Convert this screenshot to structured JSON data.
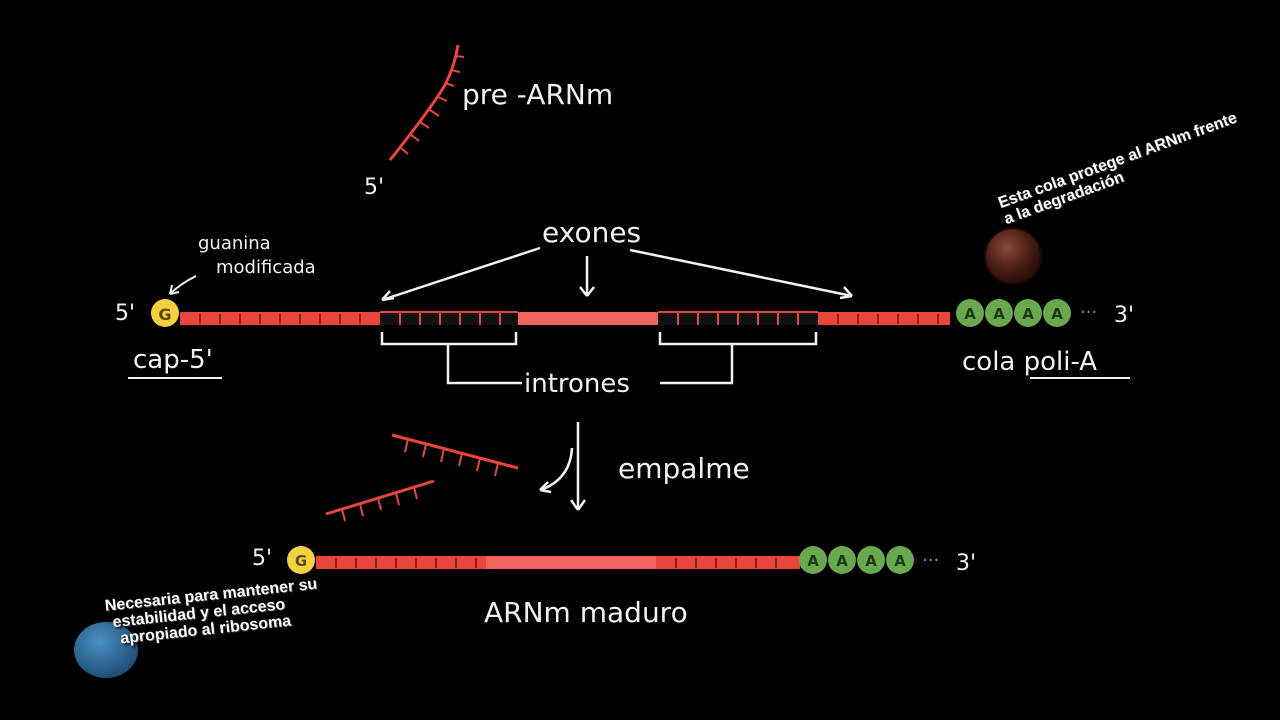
{
  "labels": {
    "pre_mrna": "pre -ARNm",
    "five_prime": "5'",
    "three_prime": "3'",
    "guanine": [
      "guanina",
      "modificada"
    ],
    "exons": "exones",
    "introns": "intrones",
    "cap": "cap-5'",
    "polya": "cola poli-A",
    "splicing": "empalme",
    "mature": "ARNm maduro",
    "g": "G",
    "a": "A",
    "dots": "···"
  },
  "notes": {
    "polya": [
      "Esta cola protege al ARNm frente",
      "a la degradación"
    ],
    "cap": [
      "Necesaria para mantener su",
      "estabilidad y el acceso",
      "apropiado al ribosoma"
    ]
  },
  "colors": {
    "strand": "#e8453c",
    "strand_light": "#f0645c",
    "intron": "#111111",
    "cap": "#f4d03f",
    "polya": "#6aa84f",
    "text": "#f2f2f2"
  }
}
